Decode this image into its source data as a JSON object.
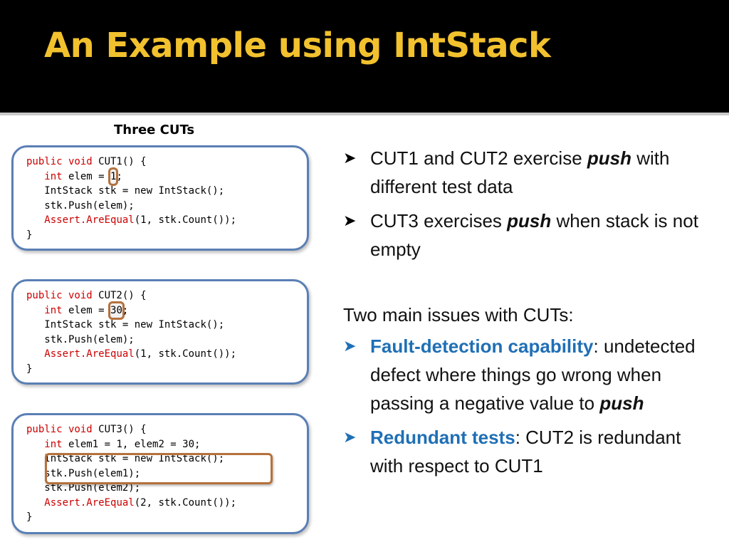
{
  "title": "An Example using IntStack",
  "cuts_label": "Three CUTs",
  "cut1": {
    "sig_kw": "public void",
    "sig_name": " CUT1() {",
    "l2_kw": "int",
    "l2_pre": " elem = ",
    "l2_val": "1",
    "l2_post": ";",
    "l3": "IntStack stk = new IntStack();",
    "l4": "stk.Push(elem);",
    "l5_kw": "Assert.AreEqual",
    "l5_rest": "(1, stk.Count());",
    "close": "}"
  },
  "cut2": {
    "sig_kw": "public void",
    "sig_name": " CUT2() {",
    "l2_kw": "int",
    "l2_pre": " elem = ",
    "l2_val": "30",
    "l2_post": ";",
    "l3": "IntStack stk = new IntStack();",
    "l4": "stk.Push(elem);",
    "l5_kw": "Assert.AreEqual",
    "l5_rest": "(1, stk.Count());",
    "close": "}"
  },
  "cut3": {
    "sig_kw": "public void",
    "sig_name": " CUT3() {",
    "l2_kw": "int",
    "l2_rest": " elem1 = 1, elem2 = 30;",
    "l3": "IntStack stk = new IntStack();",
    "l4": "stk.Push(elem1);",
    "l5": "stk.Push(elem2);",
    "l6_kw": "Assert.AreEqual",
    "l6_rest": "(2, stk.Count());",
    "close": "}"
  },
  "bullets": {
    "b1_a": "CUT1 and CUT2 exercise ",
    "b1_em": "push",
    "b1_b": " with   different test data",
    "b2_a": "CUT3 exercises ",
    "b2_em": "push",
    "b2_b": " when stack is not empty",
    "issues_heading": "Two main issues with CUTs:",
    "b3_term": "Fault-detection capability",
    "b3_a": ": undetected defect where things go wrong when passing a negative value to ",
    "b3_em": "push",
    "b4_term": "Redundant tests",
    "b4_a": ": CUT2 is redundant with respect to CUT1"
  },
  "colors": {
    "title": "#f2c12e",
    "box_border": "#5a7fb5",
    "highlight": "#b5713c",
    "keyword": "#cc0000",
    "term": "#1f6fb5"
  },
  "icons": {
    "bullet": "arrow-bullet-icon"
  }
}
